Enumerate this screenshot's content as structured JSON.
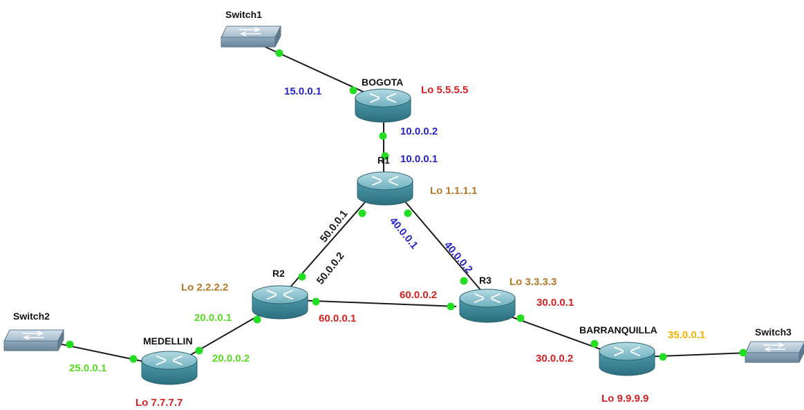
{
  "colors": {
    "link": "#1a1a1a",
    "port_dot": "#22dd22",
    "blue": "#2424c8",
    "red": "#d42020",
    "green": "#55dd22",
    "orange": "#b8782a",
    "yellow": "#f0b400",
    "router_body": "#3f8a9a",
    "router_top": "#8ec4d0",
    "switch_body": "#8aa4b8",
    "switch_top": "#b4c8d8"
  },
  "devices": {
    "switch1": {
      "label": "Switch1",
      "kind": "switch",
      "icon": "switch-icon"
    },
    "switch2": {
      "label": "Switch2",
      "kind": "switch",
      "icon": "switch-icon"
    },
    "switch3": {
      "label": "Switch3",
      "kind": "switch",
      "icon": "switch-icon"
    },
    "bogota": {
      "label": "BOGOTA",
      "kind": "router",
      "icon": "router-icon"
    },
    "r1": {
      "label": "R1",
      "kind": "router",
      "icon": "router-icon"
    },
    "r2": {
      "label": "R2",
      "kind": "router",
      "icon": "router-icon"
    },
    "r3": {
      "label": "R3",
      "kind": "router",
      "icon": "router-icon"
    },
    "medellin": {
      "label": "MEDELLIN",
      "kind": "router",
      "icon": "router-icon"
    },
    "barranquilla": {
      "label": "BARRANQUILLA",
      "kind": "router",
      "icon": "router-icon"
    }
  },
  "links": [
    {
      "from": "switch1",
      "to": "bogota"
    },
    {
      "from": "bogota",
      "to": "r1"
    },
    {
      "from": "r1",
      "to": "r2"
    },
    {
      "from": "r1",
      "to": "r3"
    },
    {
      "from": "r2",
      "to": "r3"
    },
    {
      "from": "r2",
      "to": "medellin"
    },
    {
      "from": "switch2",
      "to": "medellin"
    },
    {
      "from": "r3",
      "to": "barranquilla"
    },
    {
      "from": "barranquilla",
      "to": "switch3"
    }
  ],
  "labels": {
    "bogota_switch1_ip": "15.0.0.1",
    "bogota_lo": "Lo 5.5.5.5",
    "bogota_r1_ip": "10.0.0.2",
    "r1_bogota_ip": "10.0.0.1",
    "r1_lo": "Lo 1.1.1.1",
    "r1_r2_ip": "50.0.0.1",
    "r1_r3_ip": "40.0.0.1",
    "r3_r1_ip": "40.0.0.2",
    "r2_r1_ip": "50.0.0.2",
    "r2_lo": "Lo 2.2.2.2",
    "r3_lo": "Lo 3.3.3.3",
    "r3_r2_ip": "60.0.0.2",
    "r2_r3_ip": "60.0.0.1",
    "r3_barranquilla_ip": "30.0.0.1",
    "r2_medellin_ip": "20.0.0.1",
    "medellin_r2_ip": "20.0.0.2",
    "medellin_switch2_ip": "25.0.0.1",
    "medellin_lo": "Lo 7.7.7.7",
    "barranquilla_switch3_ip": "35.0.0.1",
    "barranquilla_r3_ip": "30.0.0.2",
    "barranquilla_lo": "Lo 9.9.9.9"
  }
}
